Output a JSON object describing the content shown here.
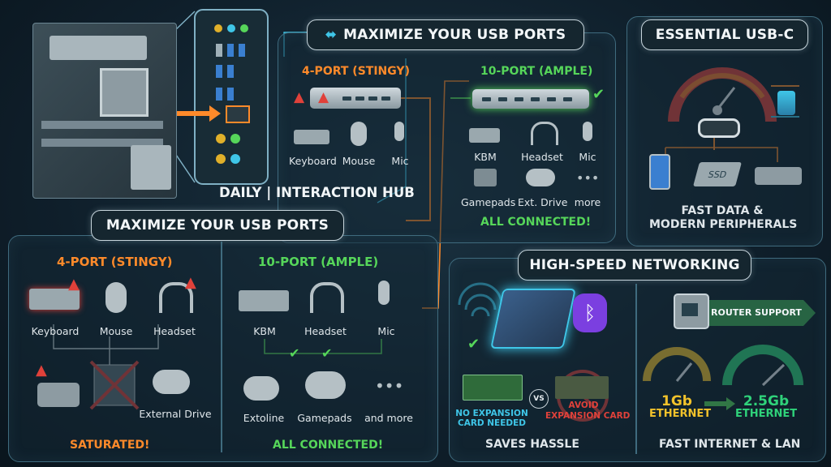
{
  "hub_header": "MAXIMIZE YOUR USB PORTS",
  "daily_hub": "DAILY | INTERACTION HUB",
  "top": {
    "four_port": "4-PORT (STINGY)",
    "ten_port": "10-PORT (AMPLE)",
    "four_devices": [
      "Keyboard",
      "Mouse",
      "Mic"
    ],
    "ten_devices_row1": [
      "KBM",
      "Headset",
      "Mic"
    ],
    "ten_devices_row2": [
      "Gamepads",
      "Ext. Drive",
      "more"
    ],
    "all_connected": "ALL CONNECTED!"
  },
  "usbc": {
    "title": "ESSENTIAL USB-C",
    "ssd_label": "SSD",
    "caption_line1": "FAST DATA &",
    "caption_line2": "MODERN PERIPHERALS"
  },
  "lower": {
    "title": "MAXIMIZE YOUR USB PORTS",
    "four_port": "4-PORT (STINGY)",
    "ten_port": "10-PORT (AMPLE)",
    "four_devices": [
      "Keyboard",
      "Mouse",
      "Headset"
    ],
    "external_drive": "External Drive",
    "saturated": "SATURATED!",
    "ten_devices_row1": [
      "KBM",
      "Headset",
      "Mic"
    ],
    "ten_devices_row2": [
      "Extoline",
      "Gamepads",
      "and more"
    ],
    "all_connected": "ALL CONNECTED!"
  },
  "network": {
    "title": "HIGH-SPEED NETWORKING",
    "no_card_line1": "NO EXPANSION",
    "no_card_line2": "CARD NEEDED",
    "vs": "VS",
    "avoid_line1": "AVOID",
    "avoid_line2": "EXPANSION CARD",
    "saves": "SAVES HASSLE",
    "router": "ROUTER SUPPORT",
    "gb1_line1": "1Gb",
    "gb1_line2": "ETHERNET",
    "gb25_line1": "2.5Gb",
    "gb25_line2": "ETHERNET",
    "fast": "FAST INTERNET & LAN"
  },
  "colors": {
    "orange": "#ff8a2a",
    "green": "#56d65a",
    "red": "#e0413a",
    "cyan": "#3fc6e8",
    "bluetooth": "#7b3fe0"
  }
}
